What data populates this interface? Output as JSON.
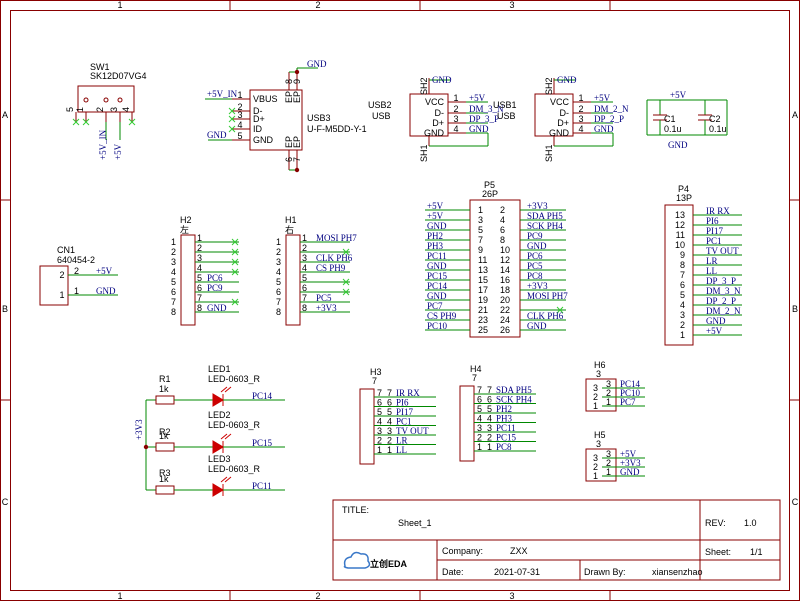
{
  "frame": {
    "cols": [
      "1",
      "2",
      "3"
    ],
    "rows": [
      "A",
      "B",
      "C"
    ]
  },
  "titleblock": {
    "title_label": "TITLE:",
    "title": "Sheet_1",
    "rev_label": "REV:",
    "rev": "1.0",
    "company_label": "Company:",
    "company": "ZXX",
    "sheet_label": "Sheet:",
    "sheet": "1/1",
    "date_label": "Date:",
    "date": "2021-07-31",
    "drawn_label": "Drawn By:",
    "drawn": "xiansenzhao",
    "logo_text": "立创EDA"
  },
  "sw1": {
    "ref": "SW1",
    "value": "SK12D07VG4",
    "pins": [
      "5",
      "1",
      "2",
      "3",
      "4"
    ],
    "nets": [
      "+5V_IN",
      "+5V"
    ]
  },
  "usb3": {
    "ref": "USB3",
    "value": "U-F-M5DD-Y-1",
    "pins": [
      "VBUS",
      "D-",
      "D+",
      "ID",
      "GND"
    ],
    "pin_nums": [
      "1",
      "2",
      "3",
      "4",
      "5"
    ],
    "ep_top": [
      "EP",
      "EP"
    ],
    "ep_top_nums": [
      "8",
      "9"
    ],
    "ep_bot": [
      "EP",
      "EP"
    ],
    "ep_bot_nums": [
      "6",
      "7"
    ],
    "nets": [
      "+5V_IN",
      "GND",
      "GND"
    ]
  },
  "usb2": {
    "ref": "USB2",
    "value": "USB",
    "pins": [
      "VCC",
      "D-",
      "D+",
      "GND"
    ],
    "pin_nums": [
      "1",
      "2",
      "3",
      "4"
    ],
    "sh": [
      "SH2",
      "SH1"
    ],
    "nets": [
      "+5V",
      "DM_3_N",
      "DP_3_P",
      "GND",
      "GND"
    ]
  },
  "usb1": {
    "ref": "USB1",
    "value": "USB",
    "pins": [
      "VCC",
      "D-",
      "D+",
      "GND"
    ],
    "pin_nums": [
      "1",
      "2",
      "3",
      "4"
    ],
    "sh": [
      "SH2",
      "SH1"
    ],
    "nets": [
      "+5V",
      "DM_2_N",
      "DP_2_P",
      "GND",
      "GND"
    ]
  },
  "caps": {
    "net_top": "+5V",
    "net_bot": "GND",
    "c1": "C1",
    "c1v": "0.1u",
    "c2": "C2",
    "c2v": "0.1u"
  },
  "p5": {
    "ref": "P5",
    "value": "26P",
    "left_nums": [
      "1",
      "3",
      "5",
      "7",
      "9",
      "11",
      "13",
      "15",
      "17",
      "19",
      "21",
      "23",
      "25"
    ],
    "right_nums": [
      "2",
      "4",
      "6",
      "8",
      "10",
      "12",
      "14",
      "16",
      "18",
      "20",
      "22",
      "24",
      "26"
    ],
    "left_nets": [
      "+5V",
      "+5V",
      "GND",
      "PH2",
      "PH3",
      "PC11",
      "GND",
      "PC15",
      "PC14",
      "GND",
      "PC7",
      "CS PH9",
      "PC10"
    ],
    "right_nets": [
      "+3V3",
      "SDA PH5",
      "SCK PH4",
      "PC9",
      "GND",
      "PC6",
      "PC5",
      "PC8",
      "+3V3",
      "MOSI PH7",
      "",
      "CLK PH6",
      "GND"
    ]
  },
  "p4": {
    "ref": "P4",
    "value": "13P",
    "nums": [
      "13",
      "12",
      "11",
      "10",
      "9",
      "8",
      "7",
      "6",
      "5",
      "4",
      "3",
      "2",
      "1"
    ],
    "nets": [
      "IR RX",
      "PI6",
      "PI17",
      "PC1",
      "TV OUT",
      "LR",
      "LL",
      "DP_3_P",
      "DM_3_N",
      "DP_2_P",
      "DM_2_N",
      "GND",
      "+5V"
    ]
  },
  "cn1": {
    "ref": "CN1",
    "value": "640454-2",
    "nums": [
      "2",
      "1"
    ],
    "nets": [
      "+5V",
      "GND"
    ]
  },
  "h2": {
    "ref": "H2",
    "value": "左",
    "nums": [
      "1",
      "2",
      "3",
      "4",
      "5",
      "6",
      "7",
      "8"
    ],
    "nets": [
      "",
      "",
      "",
      "",
      "PC6",
      "PC9",
      "",
      "GND"
    ]
  },
  "h1": {
    "ref": "H1",
    "value": "右",
    "nums": [
      "1",
      "2",
      "3",
      "4",
      "5",
      "6",
      "7",
      "8"
    ],
    "nets": [
      "MOSI PH7",
      "",
      "CLK PH6",
      "CS PH9",
      "",
      "",
      "PC5",
      "+3V3"
    ]
  },
  "leds": {
    "net": "+3V3",
    "r1": "R1",
    "r1v": "1k",
    "r2": "R2",
    "r2v": "1k",
    "r3": "R3",
    "r3v": "1k",
    "led1": "LED1",
    "led1v": "LED-0603_R",
    "led2": "LED2",
    "led2v": "LED-0603_R",
    "led3": "LED3",
    "led3v": "LED-0603_R",
    "n1": "PC14",
    "n2": "PC15",
    "n3": "PC11"
  },
  "h3": {
    "ref": "H3",
    "value": "7",
    "nums": [
      "7",
      "6",
      "5",
      "4",
      "3",
      "2",
      "1"
    ],
    "nets": [
      "IR RX",
      "PI6",
      "PI17",
      "PC1",
      "TV OUT",
      "LR",
      "LL"
    ]
  },
  "h4": {
    "ref": "H4",
    "value": "7",
    "nums": [
      "7",
      "6",
      "5",
      "4",
      "3",
      "2",
      "1"
    ],
    "nets": [
      "SDA PH5",
      "SCK PH4",
      "PH2",
      "PH3",
      "PC11",
      "PC15",
      "PC8"
    ]
  },
  "h6": {
    "ref": "H6",
    "value": "3",
    "nums": [
      "3",
      "2",
      "1"
    ],
    "nets": [
      "PC14",
      "PC10",
      "PC7"
    ]
  },
  "h5": {
    "ref": "H5",
    "value": "3",
    "nums": [
      "3",
      "2",
      "1"
    ],
    "nets": [
      "+5V",
      "+3V3",
      "GND"
    ]
  }
}
